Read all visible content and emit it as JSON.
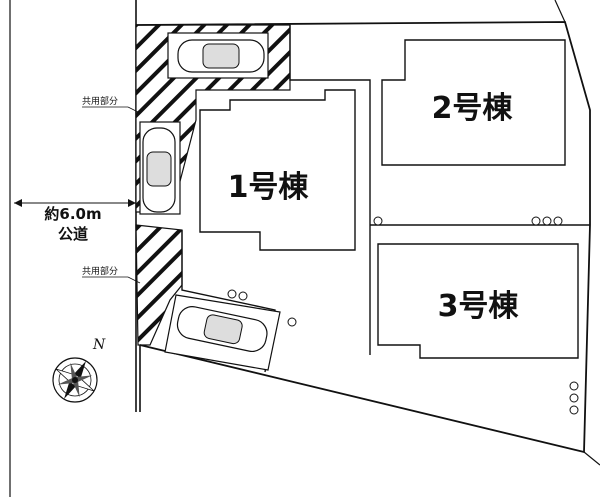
{
  "buildings": [
    {
      "id": "b1",
      "label": "1号棟"
    },
    {
      "id": "b2",
      "label": "2号棟"
    },
    {
      "id": "b3",
      "label": "3号棟"
    }
  ],
  "road": {
    "width_label": "約6.0m",
    "name": "公道"
  },
  "shared_areas": [
    {
      "label": "共用部分"
    },
    {
      "label": "共用部分"
    }
  ],
  "compass": {
    "north_label": "N"
  }
}
